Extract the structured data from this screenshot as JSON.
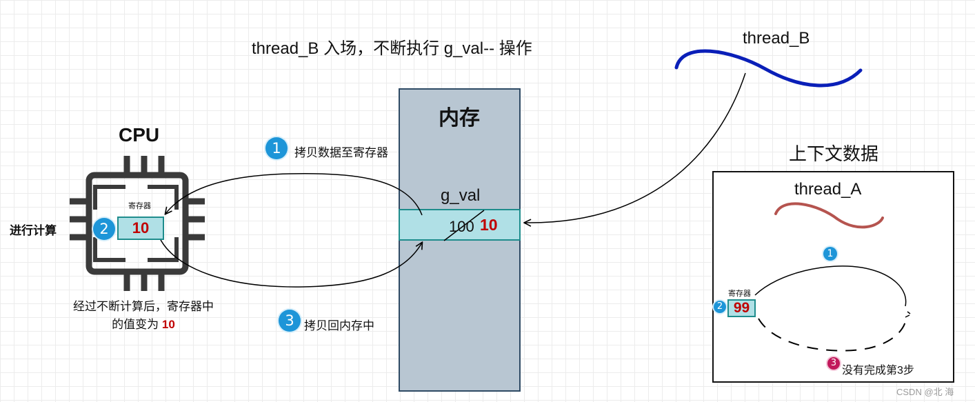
{
  "title": "thread_B 入场，不断执行 g_val-- 操作",
  "cpu": {
    "title": "CPU",
    "register_label": "寄存器",
    "register_value": "10",
    "side_label": "进行计算",
    "note_line1": "经过不断计算后，寄存器中",
    "note_line2_prefix": "的值变为 ",
    "note_line2_value": "10"
  },
  "memory": {
    "title": "内存",
    "var_name": "g_val",
    "old_value": "100",
    "new_value": "10"
  },
  "steps": [
    {
      "number": "1",
      "text": "拷贝数据至寄存器"
    },
    {
      "number": "2"
    },
    {
      "number": "3",
      "text": "拷贝回内存中"
    }
  ],
  "thread_b": {
    "label": "thread_B",
    "color": "#0a1fb8"
  },
  "context": {
    "title": "上下文数据",
    "thread_label": "thread_A",
    "thread_color": "#b5544f",
    "register_label": "寄存器",
    "register_value": "99",
    "step1": "1",
    "step2": "2",
    "step3": "3",
    "step3_text": "没有完成第3步"
  },
  "colors": {
    "memory_fill": "#b8c6d2",
    "memory_border": "#2e4a64",
    "register_fill": "#b0e0e6",
    "register_border": "#1e8c8c",
    "value_red": "#c00000",
    "badge_blue": "#1d95d8",
    "badge_pink": "#c2185b"
  },
  "watermark": "CSDN @北   海"
}
